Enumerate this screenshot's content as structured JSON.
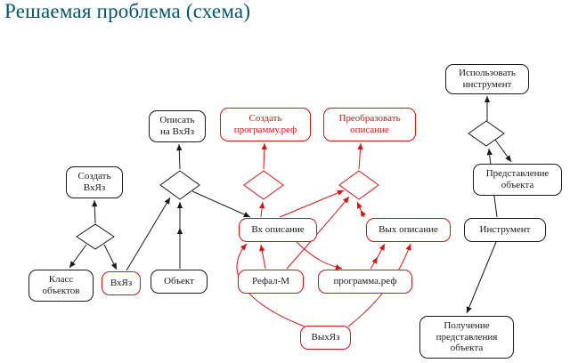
{
  "title": "Решаемая проблема (схема)",
  "colors": {
    "title": "#00566b",
    "red": "#dd1111",
    "black": "#1a1a1a",
    "background": "#ffffff"
  },
  "diagram": {
    "nodes": [
      {
        "id": "use-tool",
        "label": "Использовать\nинструмент",
        "border": "black",
        "text": "black"
      },
      {
        "id": "describe-on-vhyaz",
        "label": "Описать\nна ВхЯз",
        "border": "black",
        "text": "black"
      },
      {
        "id": "create-program-ref",
        "label": "Создать\nпрограмму.реф",
        "border": "red",
        "text": "red"
      },
      {
        "id": "transform-description",
        "label": "Преобразовать\nописание",
        "border": "red",
        "text": "red"
      },
      {
        "id": "create-vhyaz",
        "label": "Создать\nВхЯз",
        "border": "black",
        "text": "black"
      },
      {
        "id": "object-representation",
        "label": "Представление\nобъекта",
        "border": "black",
        "text": "black"
      },
      {
        "id": "in-description",
        "label": "Вх описание",
        "border": "red",
        "text": "black"
      },
      {
        "id": "out-description",
        "label": "Вых описание",
        "border": "red",
        "text": "black"
      },
      {
        "id": "instrument",
        "label": "Инструмент",
        "border": "black",
        "text": "black"
      },
      {
        "id": "class-of-objects",
        "label": "Класс\nобъектов",
        "border": "black",
        "text": "black"
      },
      {
        "id": "vhyaz",
        "label": "ВхЯз",
        "border": "red",
        "text": "black"
      },
      {
        "id": "object",
        "label": "Объект",
        "border": "black",
        "text": "black"
      },
      {
        "id": "refal-m",
        "label": "Рефал-М",
        "border": "red",
        "text": "black"
      },
      {
        "id": "program-ref",
        "label": "программа.реф",
        "border": "red",
        "text": "black"
      },
      {
        "id": "vyhyaz",
        "label": "ВыхЯз",
        "border": "red",
        "text": "black"
      },
      {
        "id": "obtain-representation",
        "label": "Получение\nпредставления\nобъекта",
        "border": "black",
        "text": "black"
      }
    ],
    "junctions": [
      {
        "id": "junction-use-tool",
        "color": "black"
      },
      {
        "id": "junction-describe",
        "color": "black"
      },
      {
        "id": "junction-create-program",
        "color": "red"
      },
      {
        "id": "junction-transform",
        "color": "red"
      },
      {
        "id": "junction-create-vhyaz",
        "color": "black"
      }
    ],
    "edges": [
      {
        "from": "junction-use-tool",
        "to": "use-tool",
        "color": "black"
      },
      {
        "from": "junction-use-tool",
        "to": "object-representation",
        "color": "black"
      },
      {
        "from": "instrument",
        "to": "junction-use-tool",
        "color": "black"
      },
      {
        "from": "instrument",
        "to": "obtain-representation",
        "color": "black"
      },
      {
        "from": "junction-create-vhyaz",
        "to": "create-vhyaz",
        "color": "black"
      },
      {
        "from": "junction-create-vhyaz",
        "to": "class-of-objects",
        "color": "black"
      },
      {
        "from": "junction-create-vhyaz",
        "to": "vhyaz",
        "color": "black"
      },
      {
        "from": "vhyaz",
        "to": "junction-describe",
        "color": "black"
      },
      {
        "from": "object",
        "to": "junction-describe",
        "color": "black"
      },
      {
        "from": "junction-describe",
        "to": "describe-on-vhyaz",
        "color": "black"
      },
      {
        "from": "junction-describe",
        "to": "in-description",
        "color": "black"
      },
      {
        "from": "junction-create-program",
        "to": "create-program-ref",
        "color": "red"
      },
      {
        "from": "in-description",
        "to": "junction-create-program",
        "color": "red"
      },
      {
        "from": "in-description",
        "to": "junction-transform",
        "color": "red"
      },
      {
        "from": "junction-transform",
        "to": "transform-description",
        "color": "red"
      },
      {
        "from": "out-description",
        "to": "junction-transform",
        "color": "red"
      },
      {
        "from": "program-ref",
        "to": "out-description",
        "color": "red"
      },
      {
        "from": "refal-m",
        "to": "in-description",
        "color": "red"
      },
      {
        "from": "refal-m",
        "to": "junction-transform",
        "color": "red"
      },
      {
        "from": "in-description",
        "to": "program-ref",
        "color": "red"
      },
      {
        "from": "vyhyaz",
        "to": "in-description",
        "color": "red"
      },
      {
        "from": "vyhyaz",
        "to": "out-description",
        "color": "red"
      }
    ]
  }
}
